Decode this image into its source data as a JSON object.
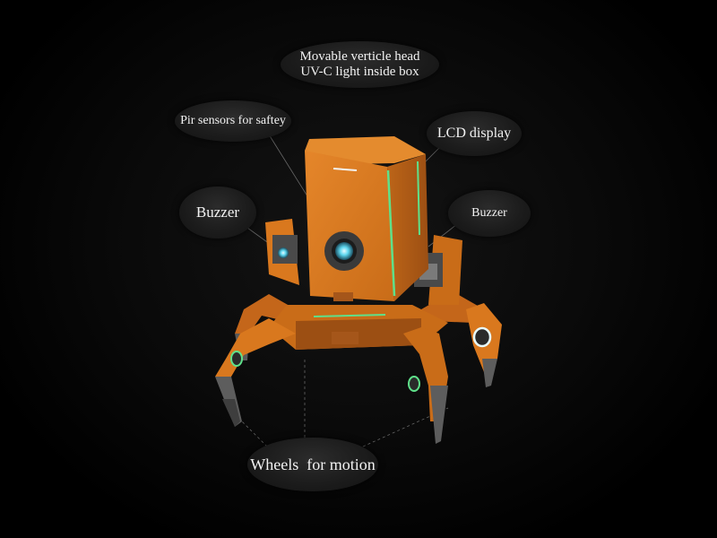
{
  "callouts": {
    "head": {
      "line1": "Movable verticle head",
      "line2": "UV-C light inside box"
    },
    "pir": "Pir sensors for saftey",
    "lcd": "LCD display",
    "buzzer_left": "Buzzer",
    "buzzer_right": "Buzzer",
    "wheels": "Wheels  for motion"
  },
  "colors": {
    "background": "#000000",
    "robot_body": "#d9781e",
    "robot_shade": "#a9561a",
    "accent_glow": "#5fe08a",
    "lens_glow": "#5fd8f0",
    "leg_gray": "#6a6a6a"
  }
}
